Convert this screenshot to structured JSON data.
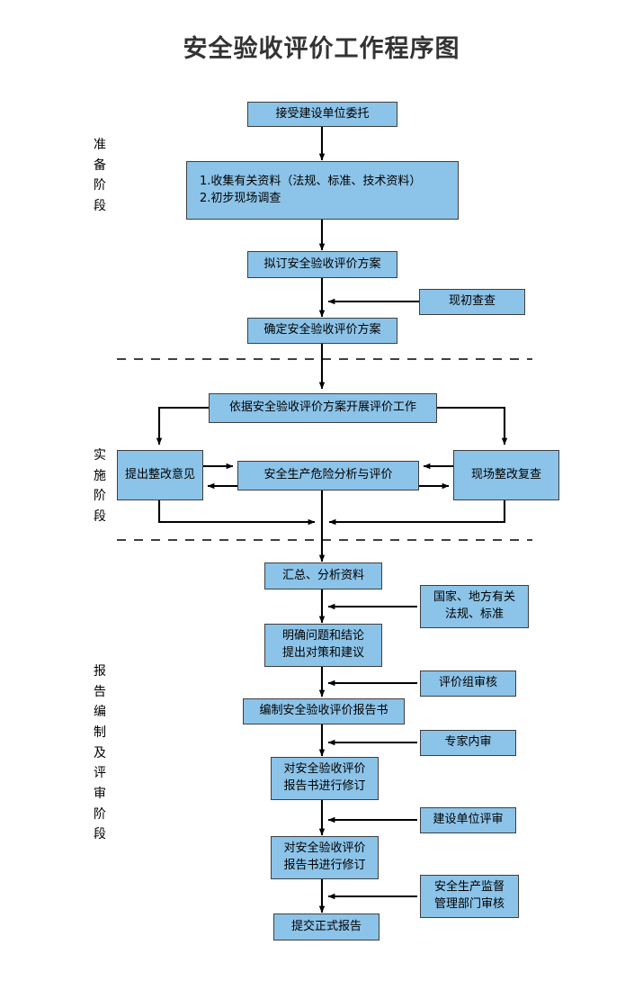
{
  "title": "安全验收评价工作程序图",
  "stages": [
    {
      "id": "preparation",
      "label": "准备阶段"
    },
    {
      "id": "implementation",
      "label": "实施阶段"
    },
    {
      "id": "reporting",
      "label": "报告编制及评审阶段"
    }
  ],
  "nodes": {
    "accept_commission": {
      "text": "接受建设单位委托"
    },
    "collect_data_line1": {
      "text": "1.收集有关资料（法规、标准、技术资料）"
    },
    "collect_data_line2": {
      "text": "2.初步现场调查"
    },
    "draft_plan": {
      "text": "拟订安全验收评价方案"
    },
    "preliminary_survey": {
      "text": "现初查查"
    },
    "confirm_plan": {
      "text": "确定安全验收评价方案"
    },
    "carry_out_evaluation": {
      "text": "依据安全验收评价方案开展评价工作"
    },
    "rectification_opinion": {
      "text": "提出整改意见"
    },
    "hazard_analysis": {
      "text": "安全生产危险分析与评价"
    },
    "onsite_recheck": {
      "text": "现场整改复查"
    },
    "summarize_data": {
      "text": "汇总、分析资料"
    },
    "laws_standards_line1": {
      "text": "国家、地方有关"
    },
    "laws_standards_line2": {
      "text": "法规、标准"
    },
    "clarify_conclusion_line1": {
      "text": "明确问题和结论"
    },
    "clarify_conclusion_line2": {
      "text": "提出对策和建议"
    },
    "review_group": {
      "text": "评价组审核"
    },
    "compile_report": {
      "text": "编制安全验收评价报告书"
    },
    "expert_review": {
      "text": "专家内审"
    },
    "revise_report_1_line1": {
      "text": "对安全验收评价"
    },
    "revise_report_1_line2": {
      "text": "报告书进行修订"
    },
    "owner_review": {
      "text": "建设单位评审"
    },
    "revise_report_2_line1": {
      "text": "对安全验收评价"
    },
    "revise_report_2_line2": {
      "text": "报告书进行修订"
    },
    "safety_bureau_review_line1": {
      "text": "安全生产监督"
    },
    "safety_bureau_review_line2": {
      "text": "管理部门审核"
    },
    "submit_report": {
      "text": "提交正式报告"
    }
  },
  "colors": {
    "node_fill": "#8CC3E8",
    "node_border": "#3f3f3f",
    "line": "#000000",
    "title": "#333333",
    "background": "#ffffff"
  }
}
